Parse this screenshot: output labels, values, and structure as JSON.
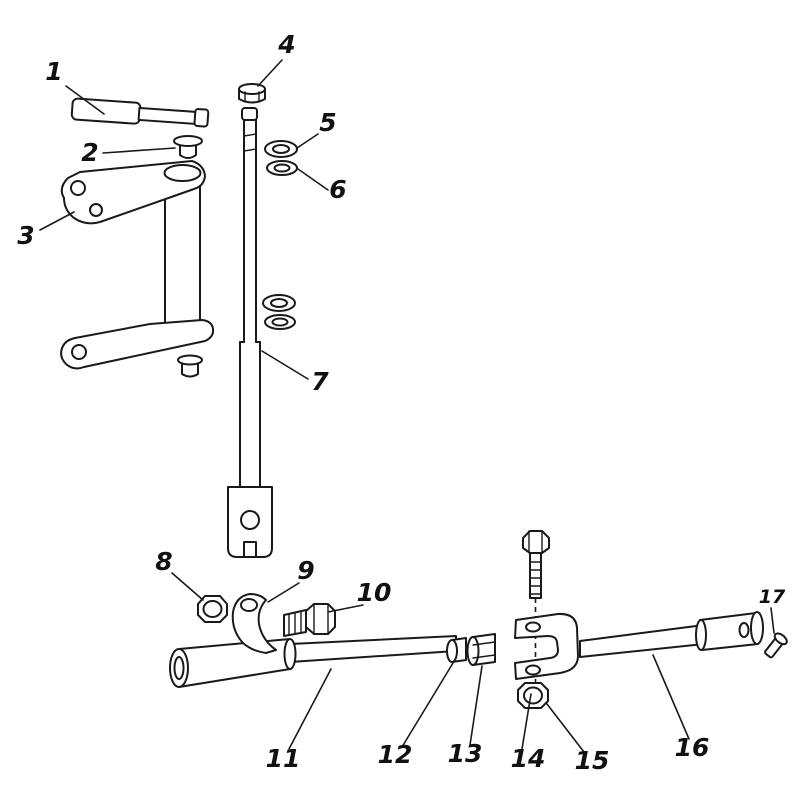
{
  "page": {
    "background": "#ffffff",
    "ink": "#1a1a1a"
  },
  "diagram": {
    "type": "exploded-parts-diagram",
    "callouts": [
      {
        "label": "1"
      },
      {
        "label": "2"
      },
      {
        "label": "3"
      },
      {
        "label": "4"
      },
      {
        "label": "5"
      },
      {
        "label": "6"
      },
      {
        "label": "7"
      },
      {
        "label": "8"
      },
      {
        "label": "9"
      },
      {
        "label": "10"
      },
      {
        "label": "11"
      },
      {
        "label": "12"
      },
      {
        "label": "13"
      },
      {
        "label": "14"
      },
      {
        "label": "15"
      },
      {
        "label": "16"
      },
      {
        "label": "17"
      }
    ]
  }
}
